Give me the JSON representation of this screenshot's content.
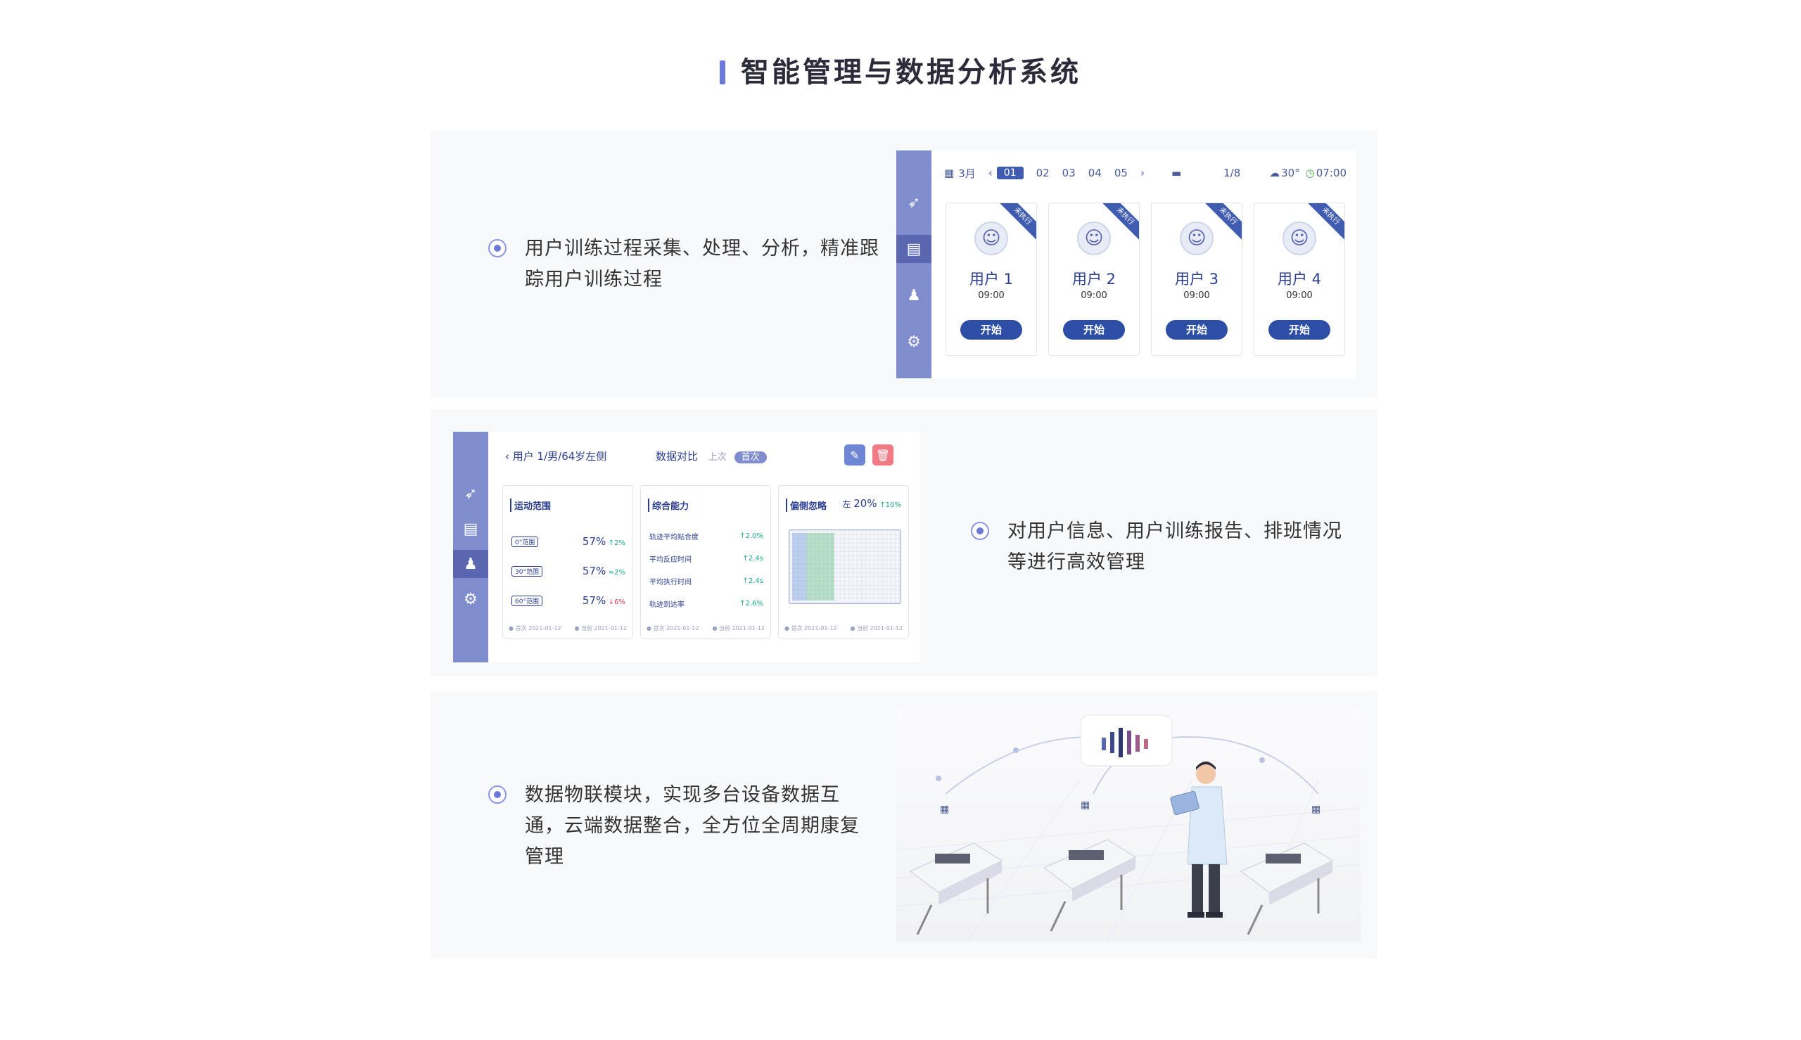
{
  "page": {
    "title": "智能管理与数据分析系统"
  },
  "section1": {
    "text_line1": "用户训练过程采集、处理、分析，精准跟",
    "text_line2": "踪用户训练过程",
    "mock": {
      "month": "3月",
      "days": [
        "01",
        "02",
        "03",
        "04",
        "05"
      ],
      "page": "1/8",
      "temp": "30°",
      "clock": "07:00",
      "users": [
        {
          "name": "用户 1",
          "time": "09:00",
          "btn": "开始",
          "corner": "未执行"
        },
        {
          "name": "用户 2",
          "time": "09:00",
          "btn": "开始",
          "corner": "未执行"
        },
        {
          "name": "用户 3",
          "time": "09:00",
          "btn": "开始",
          "corner": "未执行"
        },
        {
          "name": "用户 4",
          "time": "09:00",
          "btn": "开始",
          "corner": "未执行"
        }
      ]
    }
  },
  "section2": {
    "text_line1": "对用户信息、用户训练报告、排班情况",
    "text_line2": "等进行高效管理",
    "mock": {
      "user": "用户 1/男/64岁左侧",
      "compare": "数据对比",
      "last": "上次",
      "first": "首次",
      "card1": {
        "title": "运动范围",
        "rows": [
          {
            "tag": "0°范围",
            "val": "57%",
            "delta": "↑2%"
          },
          {
            "tag": "30°范围",
            "val": "57%",
            "delta": "≈2%"
          },
          {
            "tag": "60°范围",
            "val": "57%",
            "delta": "↓6%"
          }
        ],
        "foot_a": "● 首次 2021-01-12",
        "foot_b": "● 当前 2021-01-12"
      },
      "card2": {
        "title": "综合能力",
        "rows": [
          {
            "label": "轨迹平均贴合度",
            "delta": "↑2.0%"
          },
          {
            "label": "平均反应时间",
            "delta": "↑2.4s"
          },
          {
            "label": "平均执行时间",
            "delta": "↑2.4s"
          },
          {
            "label": "轨迹到达率",
            "delta": "↑2.6%"
          }
        ],
        "foot_a": "● 首次 2021-01-12",
        "foot_b": "● 当前 2021-01-12"
      },
      "card3": {
        "title": "偏侧忽略",
        "side": "左",
        "val": "20%",
        "delta": "↑10%",
        "foot_a": "● 首次 2021-01-12",
        "foot_b": "● 当前 2021-01-12"
      }
    }
  },
  "section3": {
    "text_line1": "数据物联模块，实现多台设备数据互",
    "text_line2": "通，云端数据整合，全方位全周期康复",
    "text_line3": "管理"
  },
  "colors": {
    "accent": "#6b79d9",
    "sidebar": "#7f8dcf",
    "primary": "#2d4ea5"
  }
}
